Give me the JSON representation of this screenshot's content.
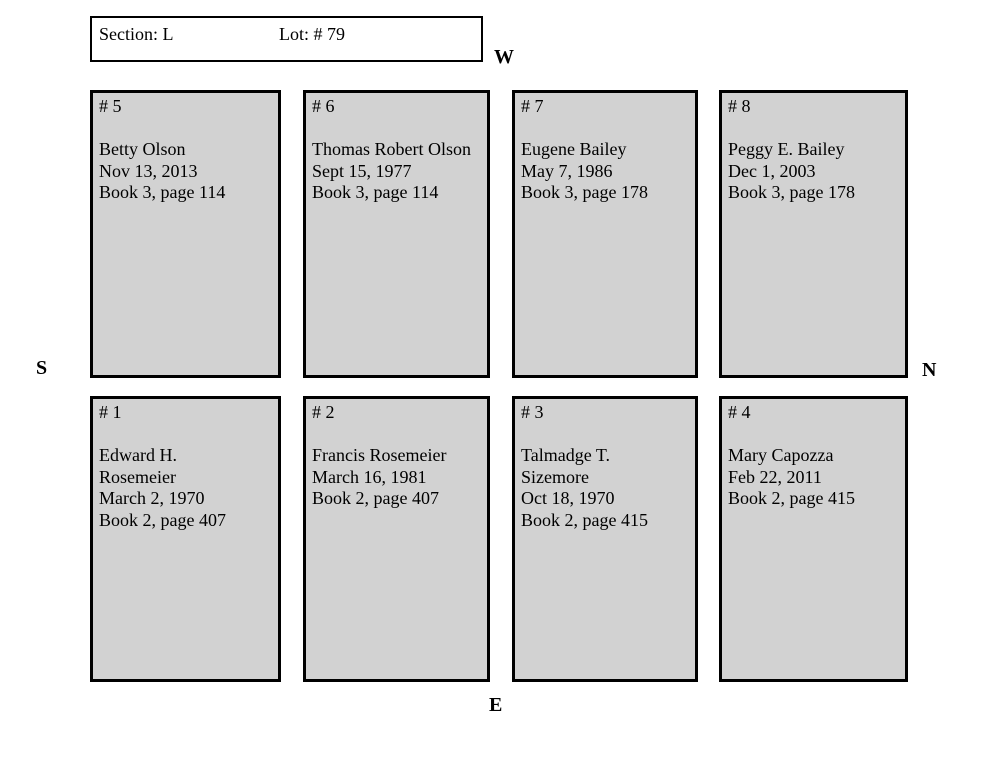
{
  "header": {
    "section": "Section: L",
    "lot": "Lot: # 79"
  },
  "compass": {
    "west": "W",
    "north": "N",
    "south": "S",
    "east": "E"
  },
  "colors": {
    "plot_fill": "#d2d2d2",
    "plot_border": "#000000",
    "header_fill": "#ffffff",
    "background": "#ffffff",
    "text": "#000000"
  },
  "plots": {
    "top_row": [
      {
        "number": "# 5",
        "lines": [
          "Betty Olson",
          "Nov 13, 2013",
          "Book 3, page 114"
        ]
      },
      {
        "number": "# 6",
        "lines": [
          "Thomas Robert Olson",
          "Sept 15, 1977",
          "Book 3, page 114"
        ]
      },
      {
        "number": "# 7",
        "lines": [
          "Eugene Bailey",
          "May 7, 1986",
          "Book 3, page 178"
        ]
      },
      {
        "number": "# 8",
        "lines": [
          "Peggy E. Bailey",
          "Dec 1, 2003",
          "Book 3, page 178"
        ]
      }
    ],
    "bottom_row": [
      {
        "number": "# 1",
        "lines": [
          "Edward H.",
          "Rosemeier",
          "March 2, 1970",
          "Book 2, page 407"
        ]
      },
      {
        "number": "# 2",
        "lines": [
          "Francis Rosemeier",
          "March 16, 1981",
          "Book 2, page 407"
        ]
      },
      {
        "number": "# 3",
        "lines": [
          "Talmadge T.",
          "Sizemore",
          "Oct 18, 1970",
          "Book 2, page 415"
        ]
      },
      {
        "number": "# 4",
        "lines": [
          "Mary Capozza",
          "Feb 22, 2011",
          "Book 2, page 415"
        ]
      }
    ]
  }
}
